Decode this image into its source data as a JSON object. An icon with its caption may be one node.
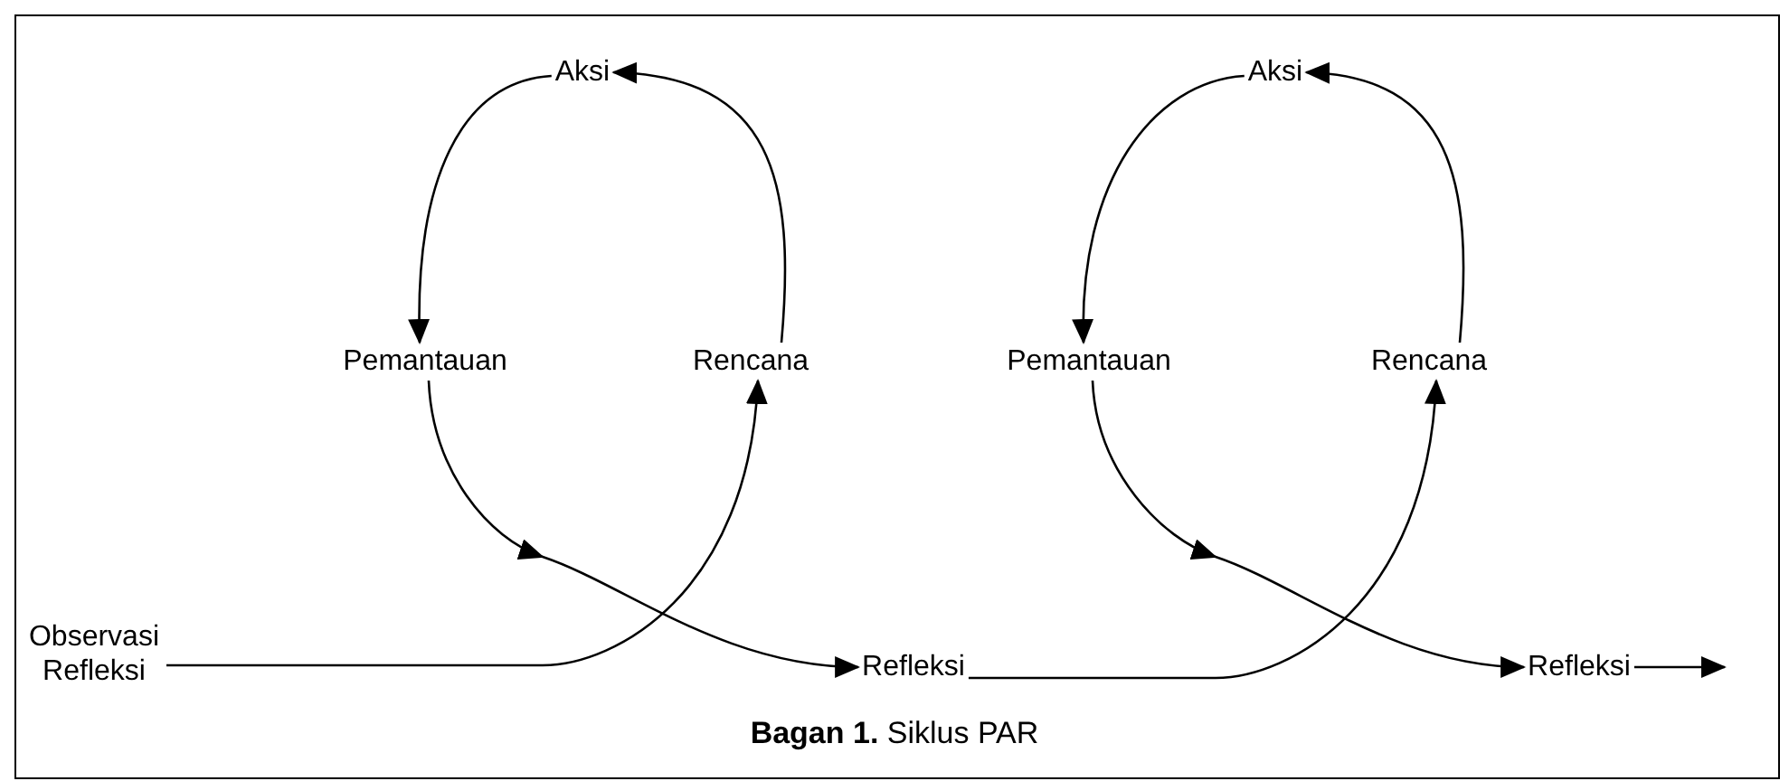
{
  "diagram": {
    "caption": "**Bagan 1.** Siklus  PAR",
    "nodes": [
      {
        "text": [
          "Observasi Refleksi"
        ]
      },
      {
        "text": [
          "Aksi"
        ]
      },
      {
        "text": [
          "Pemantauan"
        ]
      },
      {
        "text": [
          "Rencana"
        ]
      },
      {
        "text": [
          "Refleksi"
        ]
      },
      {
        "text": [
          "Aksi"
        ]
      },
      {
        "text": [
          "Pemantauan"
        ]
      },
      {
        "text": [
          "Rencana"
        ]
      },
      {
        "text": [
          "Refleksi"
        ]
      }
    ],
    "edges": [
      {
        "from": 0,
        "to": 3,
        "arrow": "to"
      },
      {
        "from": 3,
        "to": 1,
        "arrow": "to"
      },
      {
        "from": 1,
        "to": 2,
        "arrow": "to"
      },
      {
        "from": 2,
        "to": 4,
        "arrow": "to"
      },
      {
        "from": 4,
        "to": 7,
        "arrow": "to"
      },
      {
        "from": 7,
        "to": 5,
        "arrow": "to"
      },
      {
        "from": 5,
        "to": 6,
        "arrow": "to"
      },
      {
        "from": 6,
        "to": 8,
        "arrow": "to"
      },
      {
        "from": 8,
        "to": null,
        "arrow": "to"
      }
    ]
  }
}
